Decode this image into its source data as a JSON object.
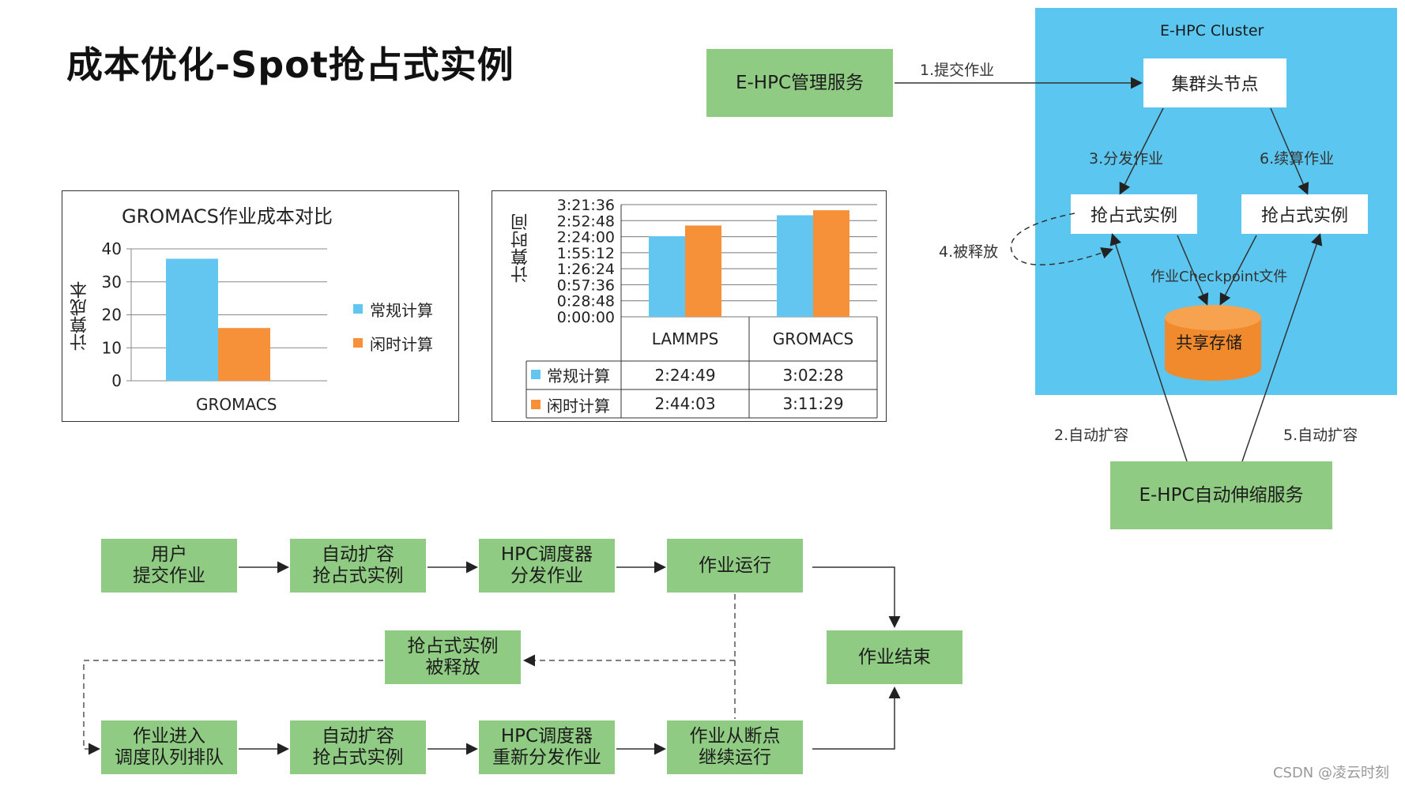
{
  "title": "成本优化-Spot抢占式实例",
  "colors": {
    "regular": "#63c6f0",
    "idle": "#f6913a",
    "green": "#8fcb82",
    "cluster": "#5bc7f0"
  },
  "architecture": {
    "mgmt": "E-HPC管理服务",
    "cluster_title": "E-HPC Cluster",
    "head_node": "集群头节点",
    "spot_left": "抢占式实例",
    "spot_right": "抢占式实例",
    "storage": "共享存储",
    "autoscale": "E-HPC自动伸缩服务",
    "steps": {
      "s1": "1.提交作业",
      "s2": "2.自动扩容",
      "s3": "3.分发作业",
      "s4": "4.被释放",
      "s5": "5.自动扩容",
      "s6": "6.续算作业",
      "checkpoint": "作业Checkpoint文件"
    }
  },
  "cost_chart": {
    "title": "GROMACS作业成本对比",
    "ylabel": "计算成本",
    "category": "GROMACS",
    "legend_regular": "常规计算",
    "legend_idle": "闲时计算"
  },
  "time_chart": {
    "ylabel": "计算时间",
    "cat1": "LAMMPS",
    "cat2": "GROMACS",
    "row_regular": "常规计算",
    "row_idle": "闲时计算",
    "lammps_regular": "2:24:49",
    "lammps_idle": "2:44:03",
    "gromacs_regular": "3:02:28",
    "gromacs_idle": "3:11:29"
  },
  "chart_data": [
    {
      "type": "bar",
      "title": "GROMACS作业成本对比",
      "xlabel": "",
      "ylabel": "计算成本",
      "categories": [
        "GROMACS"
      ],
      "series": [
        {
          "name": "常规计算",
          "values": [
            37
          ]
        },
        {
          "name": "闲时计算",
          "values": [
            16
          ]
        }
      ],
      "ylim": [
        0,
        40
      ],
      "yticks": [
        "0",
        "10",
        "20",
        "30",
        "40"
      ],
      "grid": true,
      "legend": "right"
    },
    {
      "type": "bar",
      "title": "",
      "xlabel": "",
      "ylabel": "计算时间",
      "categories": [
        "LAMMPS",
        "GROMACS"
      ],
      "series": [
        {
          "name": "常规计算",
          "values": [
            8689,
            10948
          ]
        },
        {
          "name": "闲时计算",
          "values": [
            9843,
            11489
          ]
        }
      ],
      "ylim": [
        0,
        12096
      ],
      "yticks": [
        "0:00:00",
        "0:28:48",
        "0:57:36",
        "1:26:24",
        "1:55:12",
        "2:24:00",
        "2:52:48",
        "3:21:36"
      ],
      "grid": true,
      "legend": "table"
    }
  ],
  "flow": {
    "f1": "用户\n提交作业",
    "f2": "自动扩容\n抢占式实例",
    "f3": "HPC调度器\n分发作业",
    "f4": "作业运行",
    "f5": "作业结束",
    "f6": "抢占式实例\n被释放",
    "f7": "作业进入\n调度队列排队",
    "f8": "自动扩容\n抢占式实例",
    "f9": "HPC调度器\n重新分发作业",
    "f10": "作业从断点\n继续运行"
  },
  "watermark": "CSDN @凌云时刻"
}
